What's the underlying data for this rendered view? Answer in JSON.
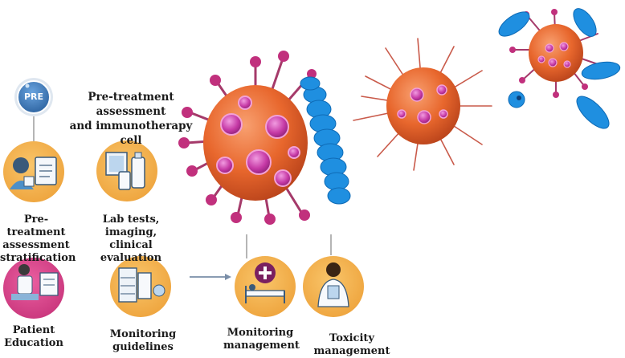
{
  "badge": {
    "text": "PRE"
  },
  "title": {
    "line1": "Pre-treatment assessment",
    "line2": "and immunotherapy cell"
  },
  "labels": {
    "pretreatment": [
      "Pre-treatment",
      "assessment",
      "stratification"
    ],
    "labtests": [
      "Lab tests, imaging,",
      "clinical evaluation"
    ],
    "patient_education": [
      "Patient",
      "Education"
    ],
    "monitoring_guidelines": "Monitoring guidelines",
    "monitoring_management": [
      "Monitoring",
      "management"
    ],
    "toxicity_management": "Toxicity management"
  },
  "colors": {
    "badge_blue": "#3b78b8",
    "icon_orange": "#f2b04a",
    "icon_pink": "#d9468c",
    "cell_orange": "#ea6a2e",
    "nucleus_magenta": "#c63aa6",
    "antibody_blue": "#1f8fe0",
    "spike_purple": "#b8327e"
  },
  "icons": [
    "pre-badge-icon",
    "clinician-clipboard-icon",
    "lab-vials-icon",
    "patient-education-icon",
    "monitoring-equipment-icon",
    "hospital-bed-cross-icon",
    "doctor-icon",
    "cancer-cell-large",
    "cancer-cell-medium",
    "cancer-cell-small",
    "antibody-blue"
  ]
}
